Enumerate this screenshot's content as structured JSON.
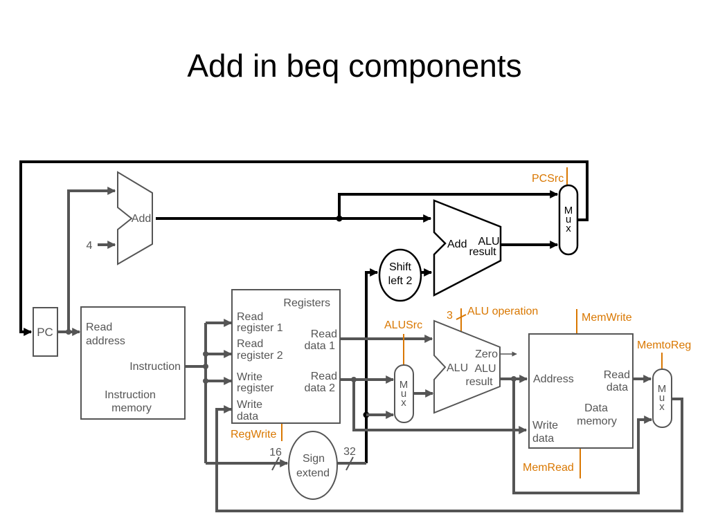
{
  "title": "Add in beq components",
  "labels": {
    "pc": "PC",
    "add_pc": "Add",
    "const4": "4",
    "imem_read": "Read",
    "imem_address": "address",
    "imem_instruction": "Instruction",
    "imem_name1": "Instruction",
    "imem_name2": "memory",
    "reg_title": "Registers",
    "reg_rr1a": "Read",
    "reg_rr1b": "register 1",
    "reg_rr2a": "Read",
    "reg_rr2b": "register 2",
    "reg_wra": "Write",
    "reg_wrb": "register",
    "reg_wda": "Write",
    "reg_wdb": "data",
    "reg_rd1a": "Read",
    "reg_rd1b": "data 1",
    "reg_rd2a": "Read",
    "reg_rd2b": "data 2",
    "regwrite": "RegWrite",
    "sign1": "Sign",
    "sign2": "extend",
    "bits16": "16",
    "bits32": "32",
    "shift1": "Shift",
    "shift2": "left 2",
    "add_br": "Add",
    "add_br_alu": "ALU",
    "add_br_result": "result",
    "pcsrc": "PCSrc",
    "mux_top_m": "M",
    "mux_top_u": "u",
    "mux_top_x": "x",
    "alusrc": "ALUSrc",
    "aluop_bits": "3",
    "aluop": "ALU operation",
    "alu": "ALU",
    "alu_zero": "Zero",
    "alu_alu": "ALU",
    "alu_result": "result",
    "mux_alu_m": "M",
    "mux_alu_u": "u",
    "mux_alu_x": "x",
    "memwrite": "MemWrite",
    "memread": "MemRead",
    "memtoreg": "MemtoReg",
    "dmem_address": "Address",
    "dmem_rda": "Read",
    "dmem_rdb": "data",
    "dmem_name1": "Data",
    "dmem_name2": "memory",
    "dmem_wda": "Write",
    "dmem_wdb": "data",
    "mux_wb_m": "M",
    "mux_wb_u": "u",
    "mux_wb_x": "x"
  },
  "colors": {
    "component": "#555555",
    "branch_path": "#000000",
    "control": "#d97700"
  }
}
